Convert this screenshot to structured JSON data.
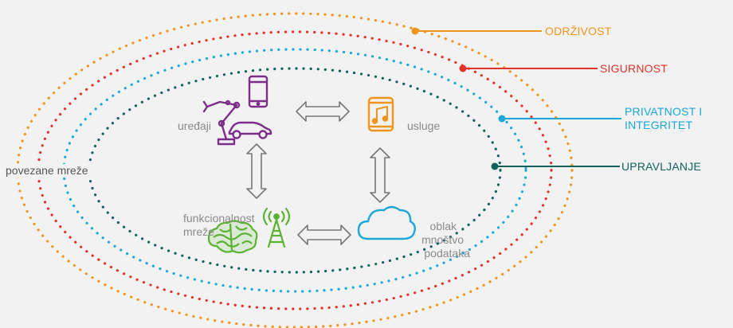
{
  "colors": {
    "background": "#f2f2f2",
    "odrzivost": "#f0941e",
    "sigurnost": "#e4322b",
    "privatnost": "#1ba8d6",
    "upravljanje": "#10625a",
    "devices": "#7b2d88",
    "services": "#f0941e",
    "network": "#5cb233",
    "cloud": "#1ba8d6",
    "arrow": "#777777",
    "label": "#8a8a8a"
  },
  "layers": {
    "odrzivost": "ODRŽIVOST",
    "sigurnost": "SIGURNOST",
    "privatnost_line1": "PRIVATNOST I",
    "privatnost_line2": "INTEGRITET",
    "upravljanje": "UPRAVLJANJE"
  },
  "nodes": {
    "network": "povezane mreže",
    "devices": "uređaji",
    "services": "usluge",
    "functionality_line1": "funkcionalnost",
    "functionality_line2": "mreže",
    "cloud_line1": "oblak",
    "cloud_line2": "mnoštvo",
    "cloud_line3": "podataka"
  },
  "icons": {
    "devices": [
      "robot-arm-icon",
      "smartphone-icon",
      "car-icon"
    ],
    "services": "music-app-icon",
    "network": [
      "brain-icon",
      "radio-tower-icon"
    ],
    "cloud": "cloud-icon",
    "arrows": "double-arrow-icon"
  }
}
